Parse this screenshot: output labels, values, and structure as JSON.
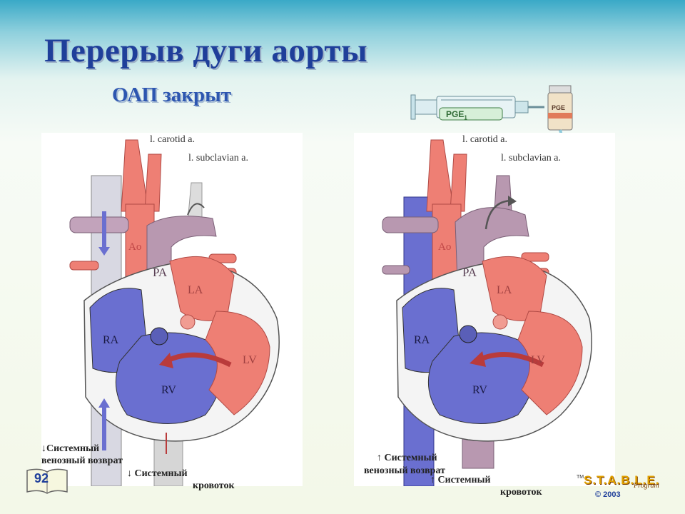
{
  "title": "Перерыв дуги аорты",
  "subtitle": "ОАП закрыт",
  "page_number": "92",
  "left": {
    "carotid": "l. carotid a.",
    "subclavian": "l. subclavian a.",
    "ao": "Ao",
    "pa": "PA",
    "la": "LA",
    "ra": "RA",
    "rv": "RV",
    "lv": "LV",
    "venous_line1": "↓Системный",
    "venous_line2": "венозный возврат",
    "flow_line1": "↓ Системный",
    "flow_line2": "кровоток"
  },
  "right": {
    "syringe_label": "PGE",
    "syringe_sub": "1",
    "vial_label": "PGE",
    "carotid": "l. carotid a.",
    "subclavian": "l. subclavian a.",
    "ao": "Ao",
    "pa": "PA",
    "la": "LA",
    "ra": "RA",
    "rv": "RV",
    "lv": "LV",
    "venous_line1": "↑ Системный",
    "venous_line2": "венозный возврат",
    "flow_line1": "↑ Системный",
    "flow_line2": "кровоток"
  },
  "logo": {
    "tm": "TM",
    "name": "S.T.A.B.L.E.",
    "program": "Program",
    "copyright": "© 2003"
  },
  "colors": {
    "title": "#1f3f9a",
    "oxygenated": "#ee7f74",
    "deoxygenated": "#6a6fd0",
    "mixed": "#b898b0"
  }
}
